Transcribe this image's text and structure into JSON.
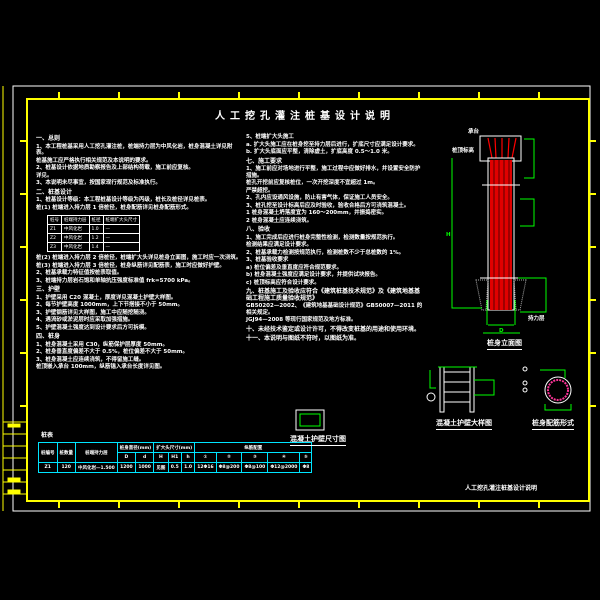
{
  "title": "人工挖孔灌注桩基设计说明",
  "footer_title": "人工挖孔灌注桩基设计说明",
  "left_column": [
    "一、总则",
    "1、本工程桩基采用人工挖孔灌注桩，桩端持力层为中风化岩，桩身混凝土详见附表。",
    "  桩基施工应严格执行相关规范及本说明的要求。",
    "2、桩基设计依据地质勘察报告及上部结构荷载，施工前应复核。",
    "  详见。",
    "3、本说明未尽事宜，按国家现行规范及标准执行。",
    "二、桩基设计",
    "1、桩基设计等级：本工程桩基设计等级为丙级，桩长及桩径详见桩表。",
    "  桩(1) 桩端进入持力层 1 倍桩径，桩身配筋详见桩身配筋形式。",
    "  桩(2) 桩端进入持力层 2 倍桩径，桩端扩大头详见桩身立面图，施工时应一次浇筑。",
    "  桩(3) 桩端进入持力层 3 倍桩径，桩身纵筋详见配筋表，施工时应做好护壁。",
    "2、桩基承载力特征值按桩表取值。",
    "3、桩端持力层岩石饱和单轴抗压强度标准值 frk=5700 kPa。",
    "三、护壁",
    "1、护壁采用 C20 混凝土，厚度详见混凝土护壁大样图。",
    "2、每节护壁高度 1000mm，上下节搭接不小于 50mm。",
    "3、护壁钢筋详见大样图，施工中应随挖随浇。",
    "4、遇流砂或淤泥层时应采取加强措施。",
    "5、护壁混凝土强度达到设计要求后方可拆模。",
    "四、桩身",
    "1、桩身混凝土采用 C30，纵筋保护层厚度 50mm。",
    "2、桩身垂直度偏差不大于 0.5%，桩位偏差不大于 50mm。",
    "3、桩身混凝土应连续浇筑，不得留施工缝。",
    "  桩顶嵌入承台 100mm，纵筋锚入承台长度详见图。"
  ],
  "small_table": {
    "headers": [
      "桩号",
      "桩端持力层",
      "桩径",
      "桩端扩大头尺寸"
    ],
    "rows": [
      [
        "Z1",
        "中风化岩",
        "1.0",
        "—"
      ],
      [
        "Z2",
        "中风化岩",
        "1.2",
        "—"
      ],
      [
        "Z3",
        "中风化岩",
        "1.4",
        "—"
      ]
    ]
  },
  "right_column": [
    "5、桩端扩大头施工",
    "  a. 扩大头施工应在桩身挖至持力层后进行，扩底尺寸应满足设计要求。",
    "  b. 扩大头底面应平整，清除虚土，扩底高度 0.5～1.0 米。",
    "七、施工要求",
    "1、施工前应对场地进行平整，施工过程中应做好排水，并设置安全防护措施。",
    "  桩孔开挖前应复核桩位，一次开挖深度不宜超过 1m。",
    "  严禁超挖。",
    "2、孔内应设通风设施，防止有害气体，保证施工人员安全。",
    "3、桩孔挖至设计标高后应及时验收，验收合格后方可浇筑混凝土。",
    "  1  桩身混凝土坍落度宜为 160～200mm，并振捣密实。",
    "  2  桩身混凝土应连续浇筑。",
    "八、验收",
    "1、施工完成后应进行桩身完整性检测，检测数量按规范执行。",
    "  检测结果应满足设计要求。",
    "2、桩基承载力检测按规范执行，检测桩数不少于总桩数的 1%。",
    "3、桩基验收要求",
    "  a) 桩位偏差及垂直度应符合规范要求。",
    "  b) 桩身混凝土强度应满足设计要求，并提供试块报告。",
    "  c) 桩顶标高应符合设计要求。",
    "九、桩基施工及验收应符合《建筑桩基技术规范》及《建筑地基基础工程施工质量验收规范》",
    "  GB50202—2002、《建筑地基基础设计规范》GB50007—2011 的相关规定。",
    "  JGJ94—2008 等现行国家规范及地方标准。",
    "十、未经技术鉴定或设计许可，不得改变桩基的用途和使用环境。",
    "十一、本说明与图纸不符时，以图纸为准。"
  ],
  "schedule": {
    "heading": "桩表",
    "headers_top": [
      "桩编号",
      "桩数量",
      "桩端持力层",
      "桩身直径(mm)",
      "扩大头尺寸(mm)",
      "纵筋配置"
    ],
    "headers_sub": [
      "D",
      "d",
      "H",
      "H1",
      "h",
      "①",
      "②",
      "③",
      "④",
      "⑤"
    ],
    "row": [
      "Z1",
      "120",
      "中风化岩—1.500",
      "1200",
      "1000",
      "见图",
      "0.5",
      "1.0",
      "12Φ16",
      "Φ8@200",
      "Φ8@100",
      "Φ12@2000",
      "Φ8"
    ]
  },
  "captions": {
    "pile_elevation": "桩身立面图",
    "wall_detail": "混凝土护壁大样图",
    "section": "桩身配筋形式",
    "retaining_wall": "混凝土护壁尺寸图"
  },
  "labels": {
    "cap": "承台",
    "top": "桩顶标高",
    "h_mark": "H",
    "d_mark": "D",
    "bottom": "持力层"
  },
  "colors": {
    "border": "#ffff00",
    "dim": "#00ff00",
    "rebar": "#ff0000",
    "table": "#00e5ff"
  }
}
